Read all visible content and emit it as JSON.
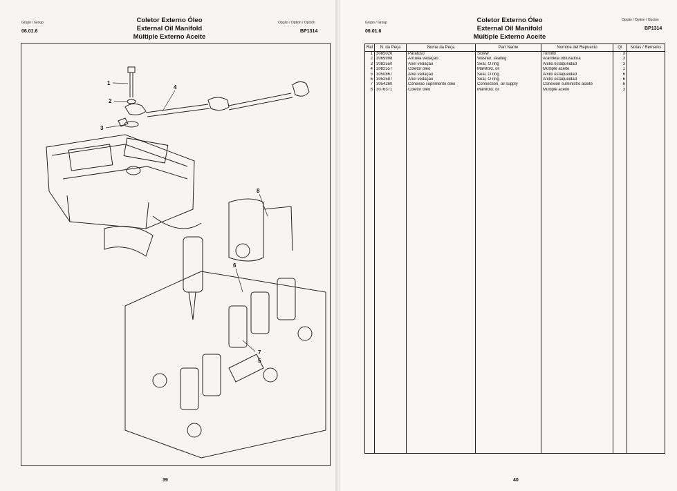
{
  "left": {
    "group_label": "Grupo / Group",
    "group_code": "06.01.6",
    "title_lines": [
      "Coletor Externo Óleo",
      "External Oil Manifold",
      "Múltiple Externo Aceite"
    ],
    "option_label": "Opção / Option / Opción",
    "option_code": "BP1314",
    "page_number": "39",
    "callouts": [
      "1",
      "2",
      "3",
      "4",
      "5",
      "6",
      "7",
      "8"
    ]
  },
  "right": {
    "group_label": "Grupo / Group",
    "group_code": "06.01.6",
    "title_lines": [
      "Coletor Externo Óleo",
      "External Oil Manifold",
      "Múltiple Externo Aceite"
    ],
    "option_label": "Opção / Option / Opción",
    "option_code": "BP1314",
    "page_number": "40",
    "table": {
      "headers": [
        "Ref",
        "N. da Peça",
        "Nome da Peça",
        "Part Name",
        "Nombre del Repuesto",
        "Qt",
        "Notas / Remarks"
      ],
      "rows": [
        [
          "1",
          "3085026",
          "Parafuso",
          "Screw",
          "Tornillo",
          "3",
          ""
        ],
        [
          "2",
          "3069998",
          "Arruela vedação",
          "Washer, sealing",
          "Arandela obturadora",
          "3",
          ""
        ],
        [
          "3",
          "3082550",
          "Anel vedação",
          "Seal, O ring",
          "Anillo estaqueidad",
          "3",
          ""
        ],
        [
          "4",
          "3082557",
          "Coletor óleo",
          "Manifold, oil",
          "Múltiple aceite",
          "1",
          ""
        ],
        [
          "5",
          "3050867",
          "Anel vedação",
          "Seal, O ring",
          "Anillo estaqueidad",
          "6",
          ""
        ],
        [
          "6",
          "3052587",
          "Anel vedação",
          "Seal, O ring",
          "Anillo estaqueidad",
          "6",
          ""
        ],
        [
          "7",
          "3054260",
          "Conexão suprimento óleo",
          "Connection, oil supply",
          "Conexión suministro aceite",
          "6",
          ""
        ],
        [
          "8",
          "3076371",
          "Coletor óleo",
          "Manifold, oil",
          "Múltiple aceite",
          "3",
          ""
        ]
      ]
    }
  }
}
